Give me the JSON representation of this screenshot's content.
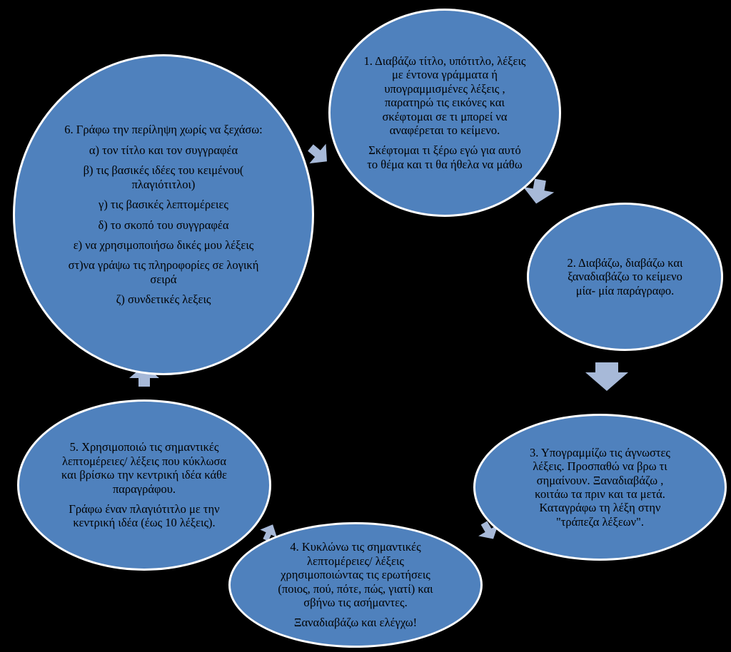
{
  "colors": {
    "background": "#000000",
    "circle_fill": "#4f81bd",
    "circle_border": "#ffffff",
    "arrow_fill": "#a7b9d8",
    "text": "#000000"
  },
  "steps": [
    {
      "id": 1,
      "paragraphs": [
        "1. Διαβάζω τίτλο, υπότιτλο, λέξεις με έντονα γράμματα ή υπογραμμισμένες λέξεις , παρατηρώ τις εικόνες και σκέφτομαι σε τι μπορεί να αναφέρεται το κείμενο.",
        "Σκέφτομαι τι ξέρω εγώ για αυτό το θέμα και τι θα ήθελα να μάθω"
      ]
    },
    {
      "id": 2,
      "paragraphs": [
        "2. Διαβάζω, διαβάζω και ξαναδιαβάζω το κείμενο μία- μία παράγραφο."
      ]
    },
    {
      "id": 3,
      "paragraphs": [
        "3. Υπογραμμίζω τις άγνωστες λέξεις. Προσπαθώ να βρω τι σημαίνουν. Ξαναδιαβάζω , κοιτάω τα πριν και τα μετά.  Καταγράφω τη λέξη στην \"τράπεζα λέξεων\"."
      ]
    },
    {
      "id": 4,
      "paragraphs": [
        "4. Κυκλώνω τις σημαντικές λεπτομέρειες/ λέξεις χρησιμοποιώντας τις ερωτήσεις (ποιος, πού, πότε, πώς, γιατί) και σβήνω τις ασήμαντες.",
        "Ξαναδιαβάζω και ελέγχω!"
      ]
    },
    {
      "id": 5,
      "paragraphs": [
        "5. Χρησιμοποιώ τις σημαντικές λεπτομέρειες/ λέξεις που κύκλωσα και βρίσκω την κεντρική ιδέα κάθε παραγράφου.",
        "Γράφω έναν πλαγιότιτλο με την κεντρική ιδέα (έως 10 λέξεις)."
      ]
    },
    {
      "id": 6,
      "paragraphs": [
        "6. Γράφω την περίληψη χωρίς να ξεχάσω:",
        "α) τον τίτλο και τον συγγραφέα",
        "β) τις  βασικές ιδέες του κειμένου( πλαγιότιτλοι)",
        "γ) τις βασικές λεπτομέρειες",
        "δ) το σκοπό του συγγραφέα",
        "ε) να χρησιμοποιήσω δικές μου λέξεις",
        "στ)να γράψω τις πληροφορίες σε λογική σειρά",
        "ζ) συνδετικές λεξεις"
      ]
    }
  ]
}
